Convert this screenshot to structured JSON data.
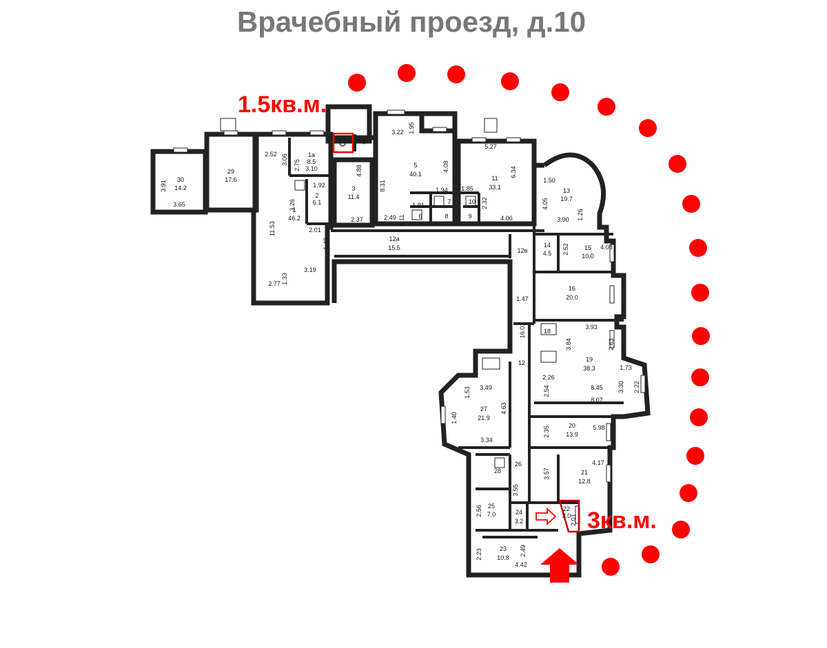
{
  "title": "Врачебный проезд, д.10",
  "callouts": {
    "left": "1.5кв.м.",
    "right": "3кв.м."
  },
  "colors": {
    "highlight": "#ff0000",
    "title": "#777777",
    "walls": "#222222"
  },
  "icons": {
    "entrance": "red-up-arrow-icon",
    "direction": "outline-right-arrow-icon",
    "wc": "toilet-icon"
  },
  "rooms": [
    {
      "num": "30",
      "area": "14.2"
    },
    {
      "num": "29",
      "area": "17.6"
    },
    {
      "num": "1а",
      "area": "8.5"
    },
    {
      "num": "1",
      "area": "46.2"
    },
    {
      "num": "2",
      "area": "6.1"
    },
    {
      "num": "3",
      "area": "11.4"
    },
    {
      "num": "4",
      "area": ""
    },
    {
      "num": "5",
      "area": "40.1"
    },
    {
      "num": "6",
      "area": ""
    },
    {
      "num": "7",
      "area": ""
    },
    {
      "num": "8",
      "area": ""
    },
    {
      "num": "9",
      "area": ""
    },
    {
      "num": "10",
      "area": ""
    },
    {
      "num": "11",
      "area": "33.1"
    },
    {
      "num": "12а",
      "area": "15.5"
    },
    {
      "num": "12в",
      "area": ""
    },
    {
      "num": "12",
      "area": ""
    },
    {
      "num": "13",
      "area": "19.7"
    },
    {
      "num": "14",
      "area": "4.5"
    },
    {
      "num": "15",
      "area": "10.0"
    },
    {
      "num": "16",
      "area": "20.0"
    },
    {
      "num": "18",
      "area": ""
    },
    {
      "num": "19",
      "area": "38.3"
    },
    {
      "num": "27",
      "area": "21.9"
    },
    {
      "num": "20",
      "area": "13.9"
    },
    {
      "num": "21",
      "area": "12.8"
    },
    {
      "num": "26",
      "area": ""
    },
    {
      "num": "28",
      "area": ""
    },
    {
      "num": "25",
      "area": "7.0"
    },
    {
      "num": "24",
      "area": "3.2"
    },
    {
      "num": "22",
      "area": "3.0"
    },
    {
      "num": "23",
      "area": "10.8"
    }
  ],
  "dimensions": [
    "3.91",
    "3.65",
    "2.52",
    "3.06",
    "2.75",
    "3.10",
    "1.92",
    "3.26",
    "11.53",
    "2.01",
    "1.43",
    "2.77",
    "1.33",
    "3.19",
    "4.88",
    "2.37",
    "3.22",
    "1.95",
    "8.31",
    "4.08",
    "1.94",
    "1.91",
    "2.49",
    "1.11",
    "5.27",
    "6.34",
    "1.85",
    "2.32",
    "4.06",
    "1.50",
    "4.05",
    "3.90",
    "1.26",
    "2.52",
    "4.08",
    "1.47",
    "16.01",
    "3.93",
    "2.63",
    "3.84",
    "1.73",
    "2.26",
    "2.54",
    "3.30",
    "2.22",
    "8.45",
    "8.07",
    "3.49",
    "1.53",
    "4.63",
    "1.40",
    "3.34",
    "2.35",
    "5.98",
    "3.57",
    "4.17",
    "3.55",
    "2.56",
    "2.01",
    "2.23",
    "2.49",
    "4.42"
  ]
}
